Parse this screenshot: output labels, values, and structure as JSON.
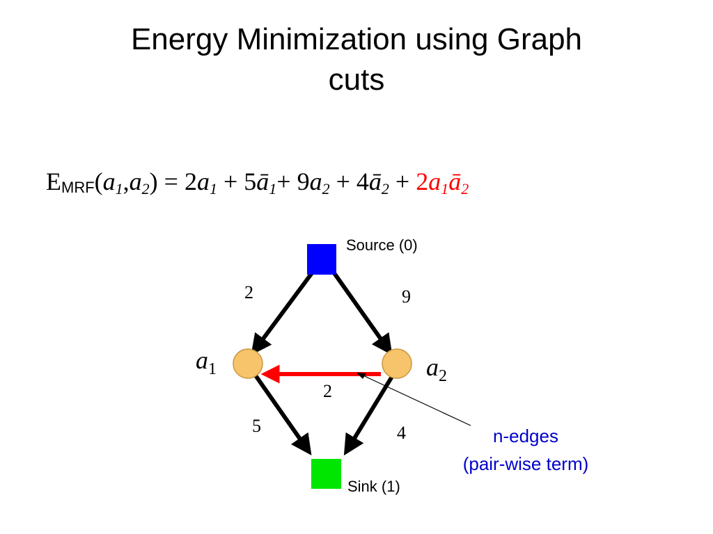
{
  "title": {
    "line1": "Energy Minimization using Graph",
    "line2": "cuts"
  },
  "equation": {
    "lhs_E": "E",
    "lhs_sub": "MRF",
    "lhs_open": "(",
    "lhs_a": "a",
    "lhs_a1_sub": "1",
    "lhs_comma": ",",
    "lhs_a2": "a",
    "lhs_a2_sub": "2",
    "lhs_close": ") = 2",
    "t1_var": "a",
    "t1_sub": "1",
    "t2_op": " + 5",
    "t2_var": "ā",
    "t2_sub": "1",
    "t3_op": "+ 9",
    "t3_var": "a",
    "t3_sub": "2",
    "t4_op": " + 4",
    "t4_var": "ā",
    "t4_sub": "2",
    "t5_op": " + ",
    "t5_coef": "2",
    "t5_var1": "a",
    "t5_sub1": "1",
    "t5_var2": "ā",
    "t5_sub2": "2"
  },
  "graph": {
    "source_label": "Source (0)",
    "sink_label": "Sink (1)",
    "node_a1_var": "a",
    "node_a1_sub": "1",
    "node_a2_var": "a",
    "node_a2_sub": "2",
    "weight_source_a1": "2",
    "weight_source_a2": "9",
    "weight_a2_a1": "2",
    "weight_a1_sink": "5",
    "weight_a2_sink": "4",
    "annotation_line1": "n-edges",
    "annotation_line2": "(pair-wise term)"
  },
  "colors": {
    "source": "#0000ff",
    "sink": "#00e600",
    "node": "#f7c46c",
    "n_edge": "#ff0000",
    "annotation": "#0000cc",
    "highlight_term": "#ff0000"
  }
}
